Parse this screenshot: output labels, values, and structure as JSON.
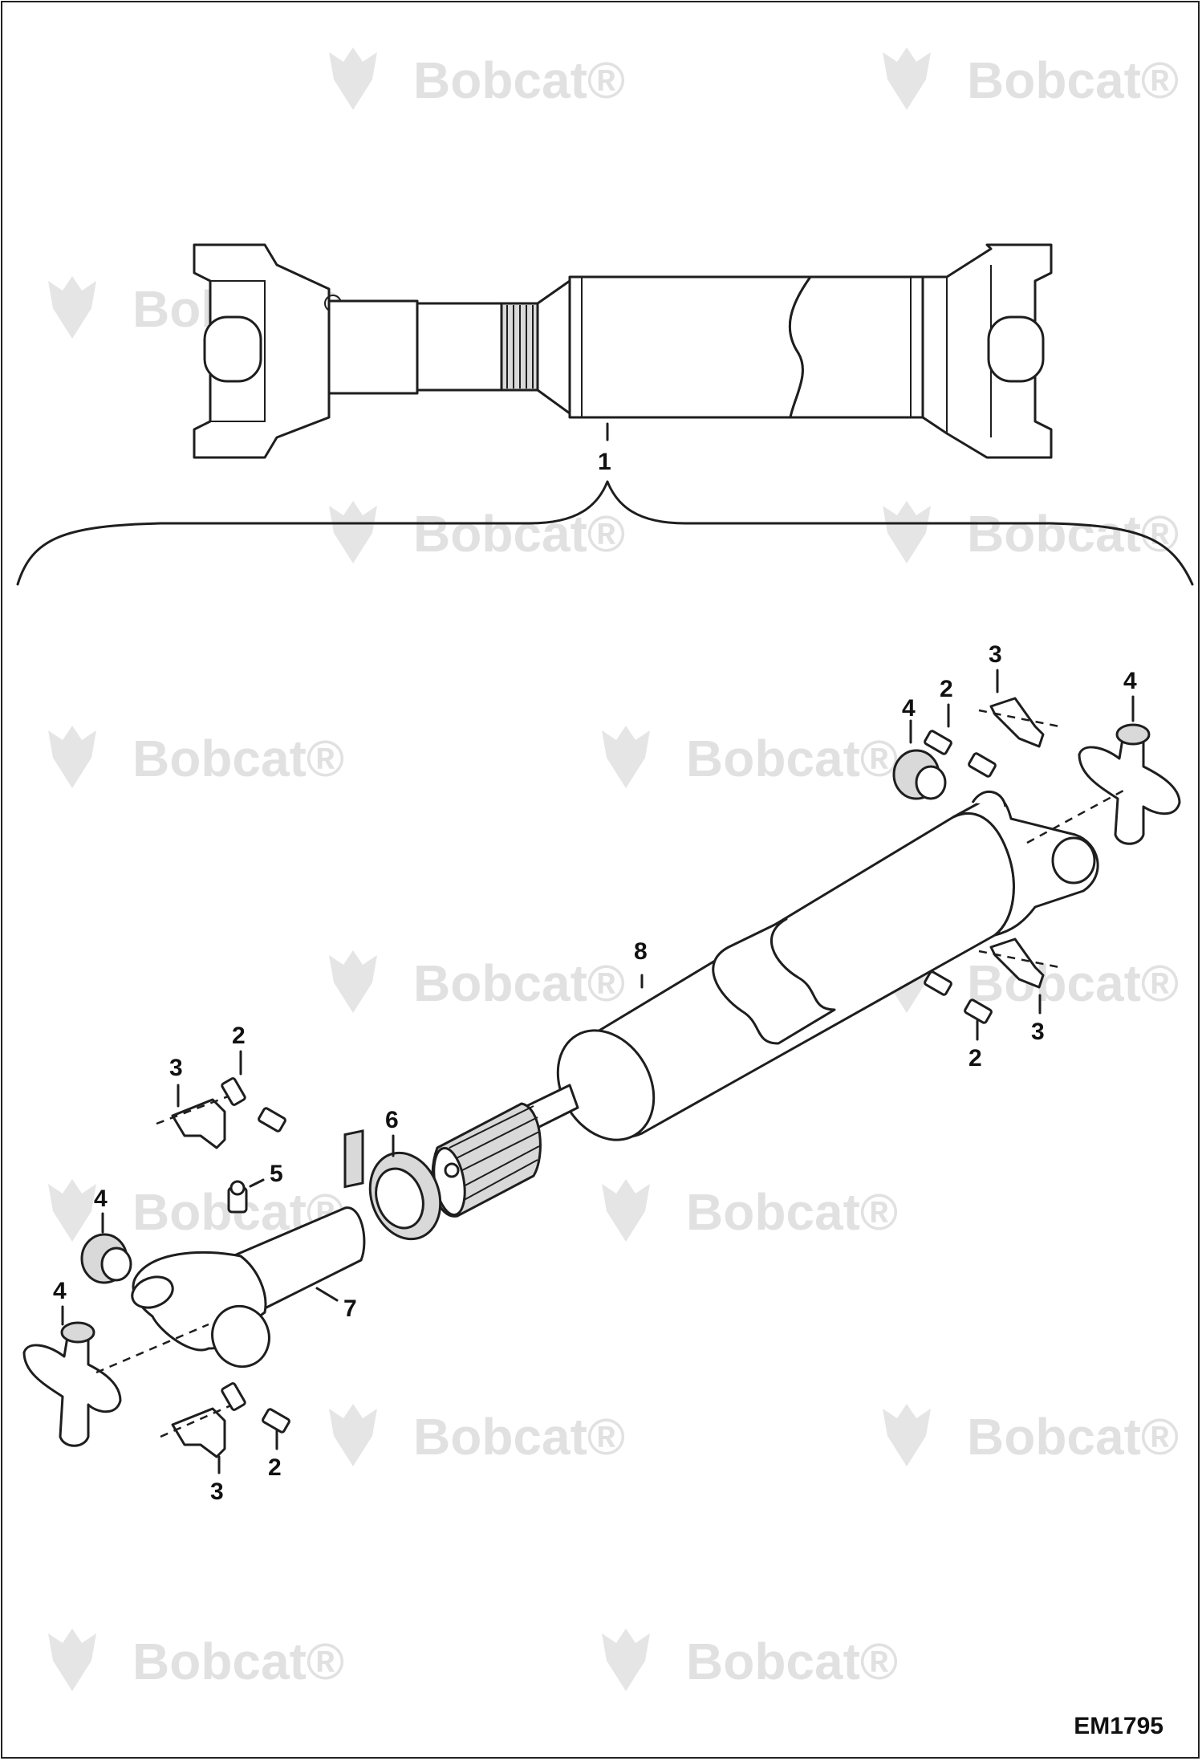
{
  "watermark": {
    "brand": "Bobcat",
    "registered": "®",
    "icon": "bobcat-head-logo"
  },
  "figure_code": "EM1795",
  "callouts": {
    "assembly": "1",
    "bolt": "2",
    "strap": "3",
    "cross_bearing": "4",
    "grease_fitting": "5",
    "seal": "6",
    "slip_yoke": "7",
    "tube": "8"
  }
}
